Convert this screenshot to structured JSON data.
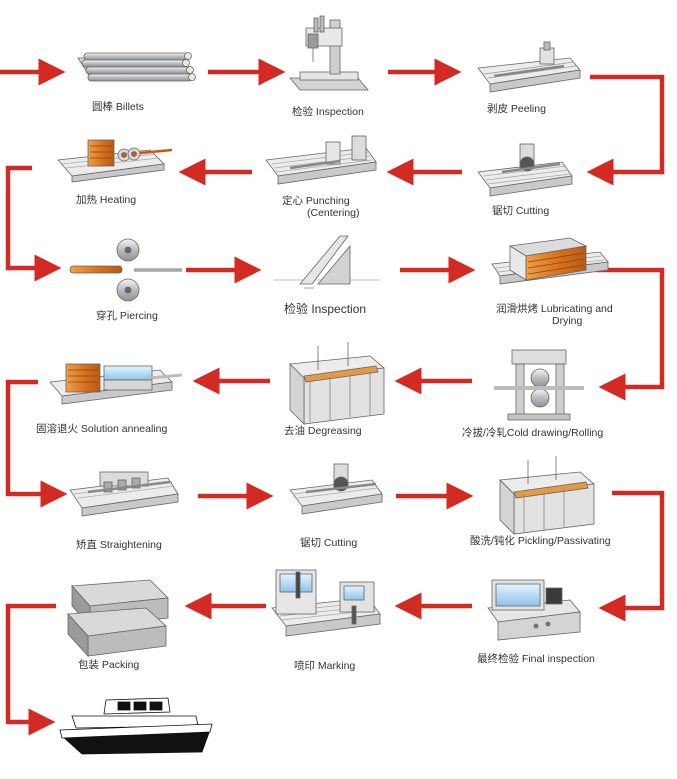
{
  "colors": {
    "arrow": "#d42a24",
    "machine_light": "#ececec",
    "machine_mid": "#cfcfcf",
    "machine_dark": "#9a9a9a",
    "outline": "#666666",
    "heat": "#d9751f",
    "steel": "#bfc3c8",
    "ship_hull": "#111111"
  },
  "steps": [
    {
      "id": "billets",
      "label": "圆棒  Billets"
    },
    {
      "id": "inspection-1",
      "label": "检验   Inspection"
    },
    {
      "id": "peeling",
      "label": "剥皮 Peeling"
    },
    {
      "id": "cutting-1",
      "label": "锯切 Cutting"
    },
    {
      "id": "punching",
      "label": "定心  Punching",
      "label2": "(Centering)"
    },
    {
      "id": "heating",
      "label": "加热  Heating"
    },
    {
      "id": "piercing",
      "label": "穿孔 Piercing"
    },
    {
      "id": "inspection-2",
      "label": "检验 Inspection"
    },
    {
      "id": "lubricating",
      "label": "润滑烘烤  Lubricating and",
      "label2": "Drying"
    },
    {
      "id": "cold-drawing",
      "label": "冷拔/冷轧Cold drawing/Rolling"
    },
    {
      "id": "degreasing",
      "label": "去油   Degreasing"
    },
    {
      "id": "annealing",
      "label": "固溶退火 Solution annealing"
    },
    {
      "id": "straightening",
      "label": "矫直  Straightening"
    },
    {
      "id": "cutting-2",
      "label": "锯切  Cutting"
    },
    {
      "id": "pickling",
      "label": "酸洗/钝化 Pickling/Passivating"
    },
    {
      "id": "final-inspection",
      "label": "最终检验  Final inspection"
    },
    {
      "id": "marking",
      "label": "喷印  Marking"
    },
    {
      "id": "packing",
      "label": "包装  Packing"
    },
    {
      "id": "shipping",
      "label": ""
    }
  ]
}
